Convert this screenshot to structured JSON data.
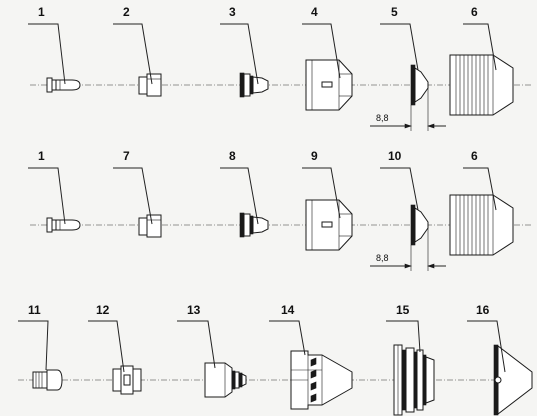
{
  "rows": [
    {
      "parts": [
        {
          "key": "r1-1",
          "label": "1",
          "icon": "electrode-icon"
        },
        {
          "key": "r1-2",
          "label": "2",
          "icon": "swirl-ring-icon"
        },
        {
          "key": "r1-3",
          "label": "3",
          "icon": "nozzle-icon"
        },
        {
          "key": "r1-4",
          "label": "4",
          "icon": "retaining-cap-icon"
        },
        {
          "key": "r1-5",
          "label": "5",
          "icon": "shield-icon"
        },
        {
          "key": "r1-6",
          "label": "6",
          "icon": "outer-cap-icon"
        }
      ],
      "dimension": "8,8"
    },
    {
      "parts": [
        {
          "key": "r2-1",
          "label": "1",
          "icon": "electrode-icon"
        },
        {
          "key": "r2-7",
          "label": "7",
          "icon": "swirl-ring-icon"
        },
        {
          "key": "r2-8",
          "label": "8",
          "icon": "nozzle-icon"
        },
        {
          "key": "r2-9",
          "label": "9",
          "icon": "retaining-cap-icon"
        },
        {
          "key": "r2-10",
          "label": "10",
          "icon": "shield-icon"
        },
        {
          "key": "r2-6",
          "label": "6",
          "icon": "outer-cap-icon"
        }
      ],
      "dimension": "8,8"
    },
    {
      "parts": [
        {
          "key": "r3-11",
          "label": "11",
          "icon": "electrode-icon"
        },
        {
          "key": "r3-12",
          "label": "12",
          "icon": "swirl-ring-icon"
        },
        {
          "key": "r3-13",
          "label": "13",
          "icon": "nozzle-icon"
        },
        {
          "key": "r3-14",
          "label": "14",
          "icon": "retaining-cap-icon"
        },
        {
          "key": "r3-15",
          "label": "15",
          "icon": "inner-cap-icon"
        },
        {
          "key": "r3-16",
          "label": "16",
          "icon": "deflector-icon"
        }
      ]
    }
  ]
}
